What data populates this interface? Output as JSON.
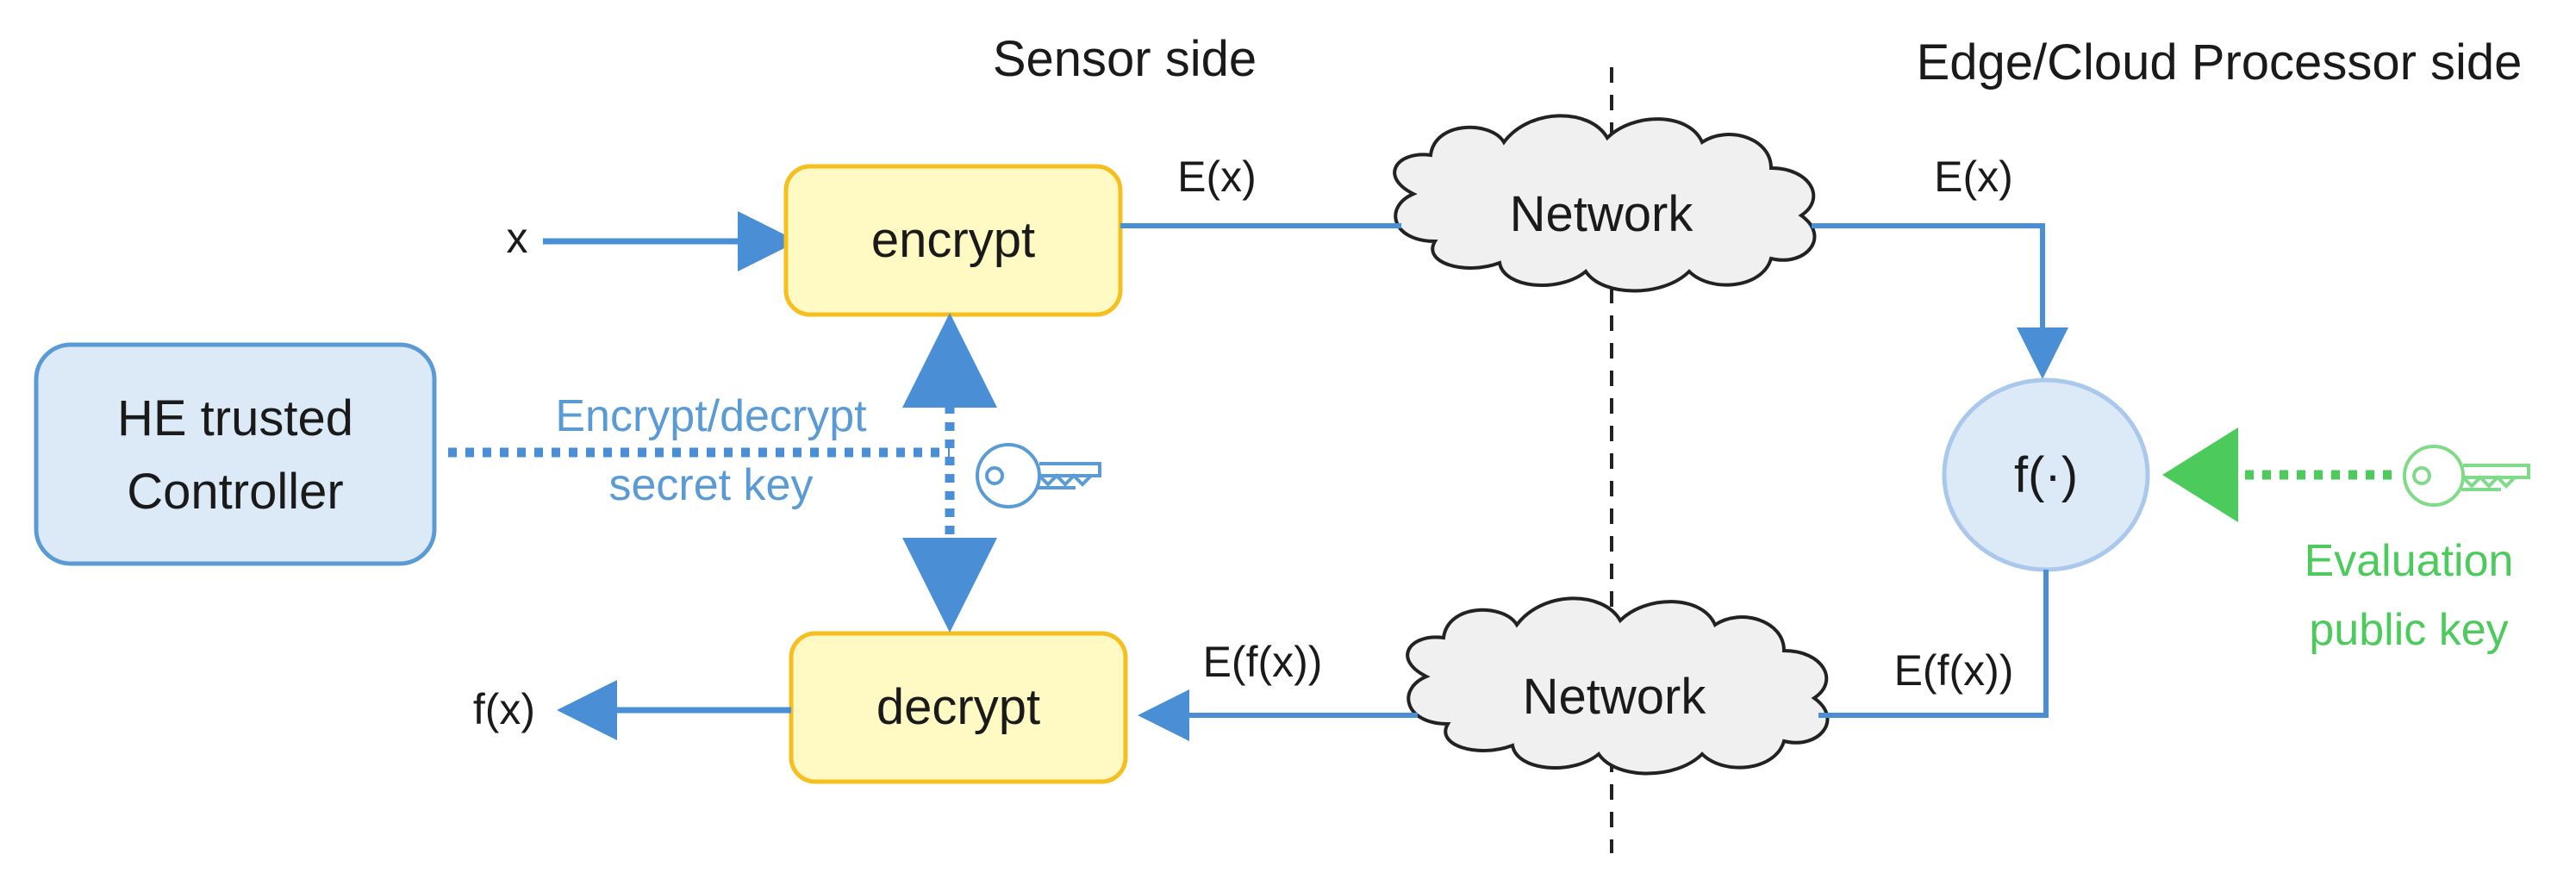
{
  "headers": {
    "sensor_side": "Sensor side",
    "processor_side": "Edge/Cloud Processor side"
  },
  "inputs": {
    "x": "x",
    "fx": "f(x)"
  },
  "boxes": {
    "encrypt": "encrypt",
    "decrypt": "decrypt",
    "controller_line1": "HE trusted",
    "controller_line2": "Controller",
    "function": "f(·)"
  },
  "clouds": {
    "top": "Network",
    "bottom": "Network"
  },
  "edges": {
    "ex_left": "E(x)",
    "ex_right": "E(x)",
    "efx_left": "E(f(x))",
    "efx_right": "E(f(x))"
  },
  "keys": {
    "secret_line1": "Encrypt/decrypt",
    "secret_line2": "secret key",
    "public_line1": "Evaluation",
    "public_line2": "public key",
    "secret_key_icon": "key-icon",
    "public_key_icon": "key-icon"
  },
  "colors": {
    "flow_blue": "#4a8fd6",
    "key_text_blue": "#5b9bd5",
    "public_green": "#4ccb5c",
    "encrypt_fill": "#fff9c4",
    "encrypt_border": "#f5bf1f",
    "controller_fill": "#dce9f7",
    "controller_border": "#5b9bd5",
    "cloud_fill": "#f0f0f0"
  }
}
